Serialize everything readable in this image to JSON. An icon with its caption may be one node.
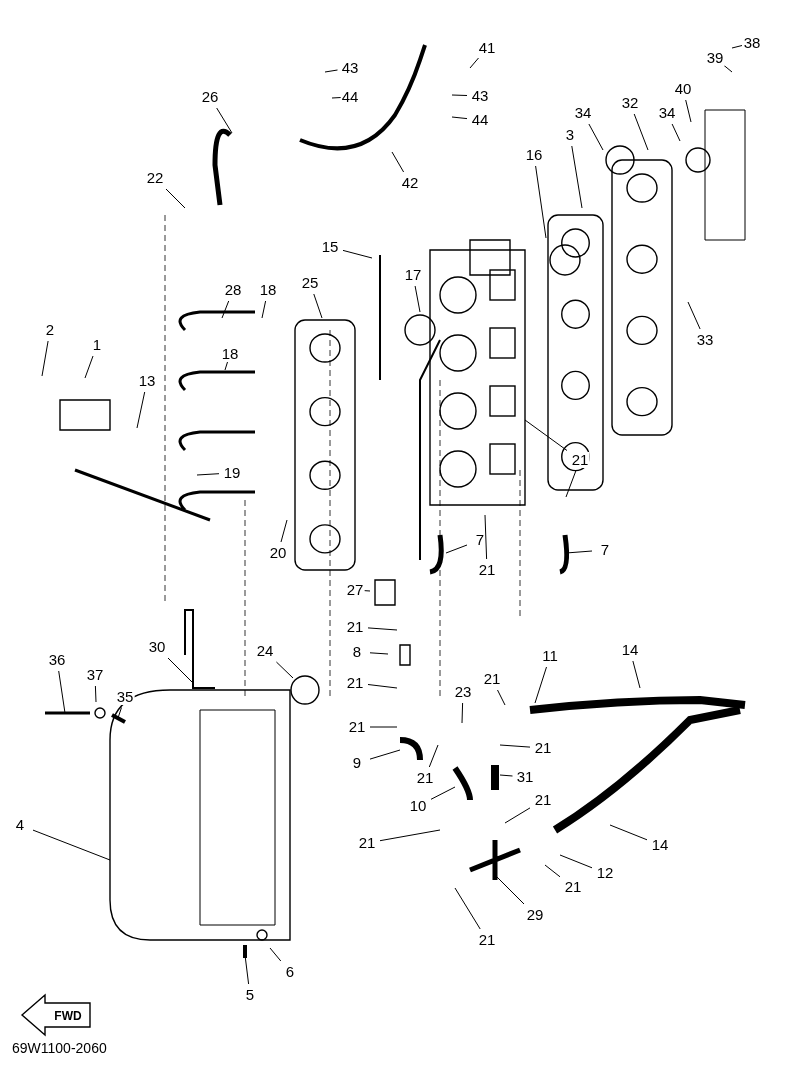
{
  "diagram": {
    "nodes": [
      {
        "text": [
          "41"
        ]
      },
      {
        "text": [
          "43"
        ]
      },
      {
        "text": [
          "44"
        ]
      },
      {
        "text": [
          "43"
        ]
      },
      {
        "text": [
          "44"
        ]
      },
      {
        "text": [
          "26"
        ]
      },
      {
        "text": [
          "38"
        ]
      },
      {
        "text": [
          "39"
        ]
      },
      {
        "text": [
          "40"
        ]
      },
      {
        "text": [
          "34"
        ]
      },
      {
        "text": [
          "32"
        ]
      },
      {
        "text": [
          "34"
        ]
      },
      {
        "text": [
          "42"
        ]
      },
      {
        "text": [
          "3"
        ]
      },
      {
        "text": [
          "16"
        ]
      },
      {
        "text": [
          "22"
        ]
      },
      {
        "text": [
          "15"
        ]
      },
      {
        "text": [
          "17"
        ]
      },
      {
        "text": [
          "25"
        ]
      },
      {
        "text": [
          "28"
        ]
      },
      {
        "text": [
          "18"
        ]
      },
      {
        "text": [
          "2"
        ]
      },
      {
        "text": [
          "1"
        ]
      },
      {
        "text": [
          "13"
        ]
      },
      {
        "text": [
          "18"
        ]
      },
      {
        "text": [
          "33"
        ]
      },
      {
        "text": [
          "19"
        ]
      },
      {
        "text": [
          "21"
        ]
      },
      {
        "text": [
          "7"
        ]
      },
      {
        "text": [
          "21"
        ]
      },
      {
        "text": [
          "7"
        ]
      },
      {
        "text": [
          "20"
        ]
      },
      {
        "text": [
          "27"
        ]
      },
      {
        "text": [
          "21"
        ]
      },
      {
        "text": [
          "8"
        ]
      },
      {
        "text": [
          "30"
        ]
      },
      {
        "text": [
          "24"
        ]
      },
      {
        "text": [
          "21"
        ]
      },
      {
        "text": [
          "36"
        ]
      },
      {
        "text": [
          "37"
        ]
      },
      {
        "text": [
          "35"
        ]
      },
      {
        "text": [
          "11"
        ]
      },
      {
        "text": [
          "14"
        ]
      },
      {
        "text": [
          "21"
        ]
      },
      {
        "text": [
          "23"
        ]
      },
      {
        "text": [
          "21"
        ]
      },
      {
        "text": [
          "9"
        ]
      },
      {
        "text": [
          "21"
        ]
      },
      {
        "text": [
          "21"
        ]
      },
      {
        "text": [
          "31"
        ]
      },
      {
        "text": [
          "4"
        ]
      },
      {
        "text": [
          "10"
        ]
      },
      {
        "text": [
          "21"
        ]
      },
      {
        "text": [
          "21"
        ]
      },
      {
        "text": [
          "14"
        ]
      },
      {
        "text": [
          "12"
        ]
      },
      {
        "text": [
          "21"
        ]
      },
      {
        "text": [
          "29"
        ]
      },
      {
        "text": [
          "21"
        ]
      },
      {
        "text": [
          "6"
        ]
      },
      {
        "text": [
          "5"
        ]
      }
    ],
    "edges": [
      {
        "from": 0,
        "to": null,
        "arrow": "none"
      },
      {
        "from": 1,
        "to": null,
        "arrow": "none"
      },
      {
        "from": 2,
        "to": null,
        "arrow": "none"
      },
      {
        "from": 3,
        "to": null,
        "arrow": "none"
      },
      {
        "from": 4,
        "to": null,
        "arrow": "none"
      },
      {
        "from": 5,
        "to": null,
        "arrow": "none"
      },
      {
        "from": 6,
        "to": null,
        "arrow": "none"
      },
      {
        "from": 7,
        "to": null,
        "arrow": "none"
      },
      {
        "from": 8,
        "to": null,
        "arrow": "none"
      },
      {
        "from": 9,
        "to": null,
        "arrow": "none"
      },
      {
        "from": 10,
        "to": null,
        "arrow": "none"
      },
      {
        "from": 11,
        "to": null,
        "arrow": "none"
      },
      {
        "from": 12,
        "to": null,
        "arrow": "none"
      },
      {
        "from": 13,
        "to": null,
        "arrow": "none"
      },
      {
        "from": 14,
        "to": null,
        "arrow": "none"
      },
      {
        "from": 15,
        "to": null,
        "arrow": "none"
      },
      {
        "from": 16,
        "to": null,
        "arrow": "none"
      },
      {
        "from": 17,
        "to": null,
        "arrow": "none"
      },
      {
        "from": 18,
        "to": null,
        "arrow": "none"
      },
      {
        "from": 19,
        "to": null,
        "arrow": "none"
      },
      {
        "from": 20,
        "to": null,
        "arrow": "none"
      },
      {
        "from": 21,
        "to": null,
        "arrow": "none"
      },
      {
        "from": 22,
        "to": null,
        "arrow": "none"
      },
      {
        "from": 23,
        "to": null,
        "arrow": "none"
      },
      {
        "from": 24,
        "to": null,
        "arrow": "none"
      },
      {
        "from": 25,
        "to": null,
        "arrow": "none"
      },
      {
        "from": 26,
        "to": null,
        "arrow": "none"
      },
      {
        "from": 27,
        "to": null,
        "arrow": "none"
      },
      {
        "from": 27,
        "to": null,
        "arrow": "none"
      },
      {
        "from": 28,
        "to": null,
        "arrow": "none"
      },
      {
        "from": 29,
        "to": null,
        "arrow": "none"
      },
      {
        "from": 30,
        "to": null,
        "arrow": "none"
      },
      {
        "from": 31,
        "to": null,
        "arrow": "none"
      },
      {
        "from": 32,
        "to": null,
        "arrow": "none"
      },
      {
        "from": 33,
        "to": null,
        "arrow": "none"
      },
      {
        "from": 34,
        "to": null,
        "arrow": "none"
      },
      {
        "from": 35,
        "to": null,
        "arrow": "none"
      },
      {
        "from": 36,
        "to": null,
        "arrow": "none"
      },
      {
        "from": 37,
        "to": null,
        "arrow": "none"
      },
      {
        "from": 38,
        "to": null,
        "arrow": "none"
      },
      {
        "from": 39,
        "to": null,
        "arrow": "none"
      },
      {
        "from": 40,
        "to": null,
        "arrow": "none"
      },
      {
        "from": 41,
        "to": null,
        "arrow": "none"
      },
      {
        "from": 42,
        "to": null,
        "arrow": "none"
      },
      {
        "from": 43,
        "to": null,
        "arrow": "none"
      },
      {
        "from": 44,
        "to": null,
        "arrow": "none"
      },
      {
        "from": 45,
        "to": null,
        "arrow": "none"
      },
      {
        "from": 46,
        "to": null,
        "arrow": "none"
      },
      {
        "from": 47,
        "to": null,
        "arrow": "none"
      },
      {
        "from": 48,
        "to": null,
        "arrow": "none"
      },
      {
        "from": 49,
        "to": null,
        "arrow": "none"
      },
      {
        "from": 50,
        "to": null,
        "arrow": "none"
      },
      {
        "from": 51,
        "to": null,
        "arrow": "none"
      },
      {
        "from": 52,
        "to": null,
        "arrow": "none"
      },
      {
        "from": 53,
        "to": null,
        "arrow": "none"
      },
      {
        "from": 54,
        "to": null,
        "arrow": "none"
      },
      {
        "from": 55,
        "to": null,
        "arrow": "none"
      },
      {
        "from": 56,
        "to": null,
        "arrow": "none"
      },
      {
        "from": 57,
        "to": null,
        "arrow": "none"
      },
      {
        "from": 58,
        "to": null,
        "arrow": "none"
      },
      {
        "from": 59,
        "to": null,
        "arrow": "none"
      },
      {
        "from": 60,
        "to": null,
        "arrow": "none"
      }
    ],
    "labels": [
      "FWD",
      "69W1100-2060"
    ]
  }
}
